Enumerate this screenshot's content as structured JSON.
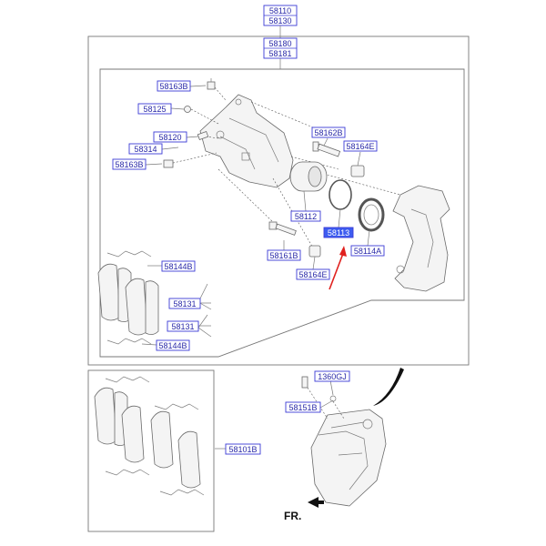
{
  "diagram": {
    "labels": {
      "p58110": "58110",
      "p58130": "58130",
      "p58180": "58180",
      "p58181": "58181",
      "p58163b_top": "58163B",
      "p58125": "58125",
      "p58120": "58120",
      "p58314": "58314",
      "p58163b_bottom": "58163B",
      "p58162b": "58162B",
      "p58164e_top": "58164E",
      "p58112": "58112",
      "p58113": "58113",
      "p58114a": "58114A",
      "p58161b": "58161B",
      "p58164e_bottom": "58164E",
      "p58144b_top": "58144B",
      "p58131_a": "58131",
      "p58131_b": "58131",
      "p58144b_bottom": "58144B",
      "p1360gj": "1360GJ",
      "p58151b": "58151B",
      "p58101b": "58101B"
    },
    "direction": "FR.",
    "highlight": "58113",
    "colors": {
      "label_border": "#3b3bd6",
      "label_text": "#2a2aa8",
      "highlight_fill": "#3d5cf0",
      "arrow": "#e0201e"
    }
  }
}
